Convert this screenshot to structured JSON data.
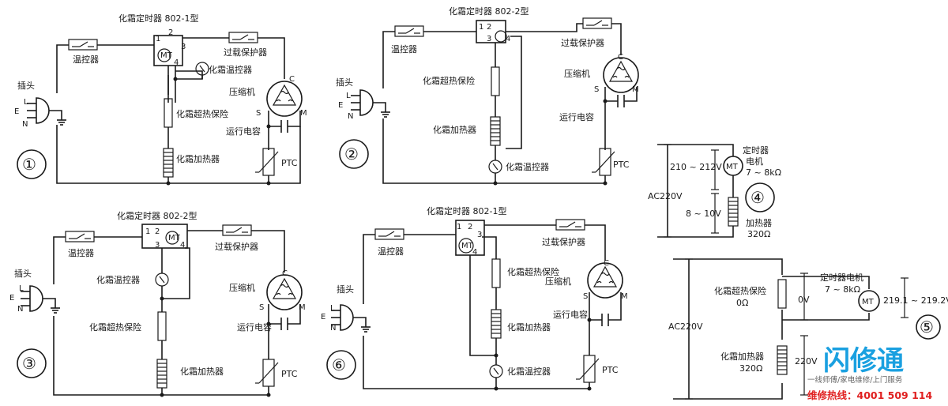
{
  "diagram1": {
    "number": "①",
    "timer_title": "化霜定时器 802-1型",
    "thermostat": "温控器",
    "overload": "过载保护器",
    "plug": "插头",
    "defrost_thermostat": "化霜温控器",
    "compressor": "压缩机",
    "fuse": "化霜超热保险",
    "capacitor": "运行电容",
    "heater": "化霜加热器",
    "ptc": "PTC"
  },
  "diagram2": {
    "number": "②",
    "timer_title": "化霜定时器 802-2型",
    "thermostat": "温控器",
    "overload": "过载保护器",
    "plug": "插头",
    "fuse": "化霜超热保险",
    "compressor": "压缩机",
    "heater": "化霜加热器",
    "capacitor": "运行电容",
    "defrost_thermostat": "化霜温控器",
    "ptc": "PTC"
  },
  "diagram3": {
    "number": "③",
    "timer_title": "化霜定时器 802-2型",
    "thermostat": "温控器",
    "overload": "过载保护器",
    "plug": "插头",
    "defrost_thermostat": "化霜温控器",
    "compressor": "压缩机",
    "fuse": "化霜超热保险",
    "capacitor": "运行电容",
    "heater": "化霜加热器",
    "ptc": "PTC"
  },
  "diagram6": {
    "number": "⑥",
    "timer_title": "化霜定时器 802-1型",
    "thermostat": "温控器",
    "overload": "过载保护器",
    "plug": "插头",
    "fuse": "化霜超热保险",
    "compressor": "压缩机",
    "capacitor": "运行电容",
    "heater": "化霜加热器",
    "defrost_thermostat": "化霜温控器",
    "ptc": "PTC"
  },
  "diagram4": {
    "number": "④",
    "motor_line1": "定时器",
    "motor_line2": "电机",
    "motor_res": "7 ~ 8kΩ",
    "motor_voltage": "210 ~ 212V",
    "source": "AC220V",
    "heater_voltage": "8 ~ 10V",
    "heater": "加热器",
    "heater_res": "320Ω"
  },
  "diagram5": {
    "number": "⑤",
    "source": "AC220V",
    "fuse": "化霜超热保险",
    "fuse_res": "0Ω",
    "fuse_voltage": "0V",
    "motor": "定时器电机",
    "motor_res": "7 ~ 8kΩ",
    "motor_voltage": "219.1 ~ 219.2V",
    "heater": "化霜加热器",
    "heater_res": "320Ω",
    "heater_voltage": "220V"
  },
  "common": {
    "mt": "MT",
    "pin1": "1",
    "pin2": "2",
    "pin3": "3",
    "pin4": "4",
    "L": "L",
    "E": "E",
    "N": "N",
    "C": "C",
    "S": "S",
    "M": "M"
  },
  "brand": {
    "name": "闪修通",
    "slogan": "一线师傅/家电维修/上门服务",
    "hotline": "维修热线：4001 509 114",
    "color": "#1aa0e0",
    "hotline_color": "#e02020"
  }
}
